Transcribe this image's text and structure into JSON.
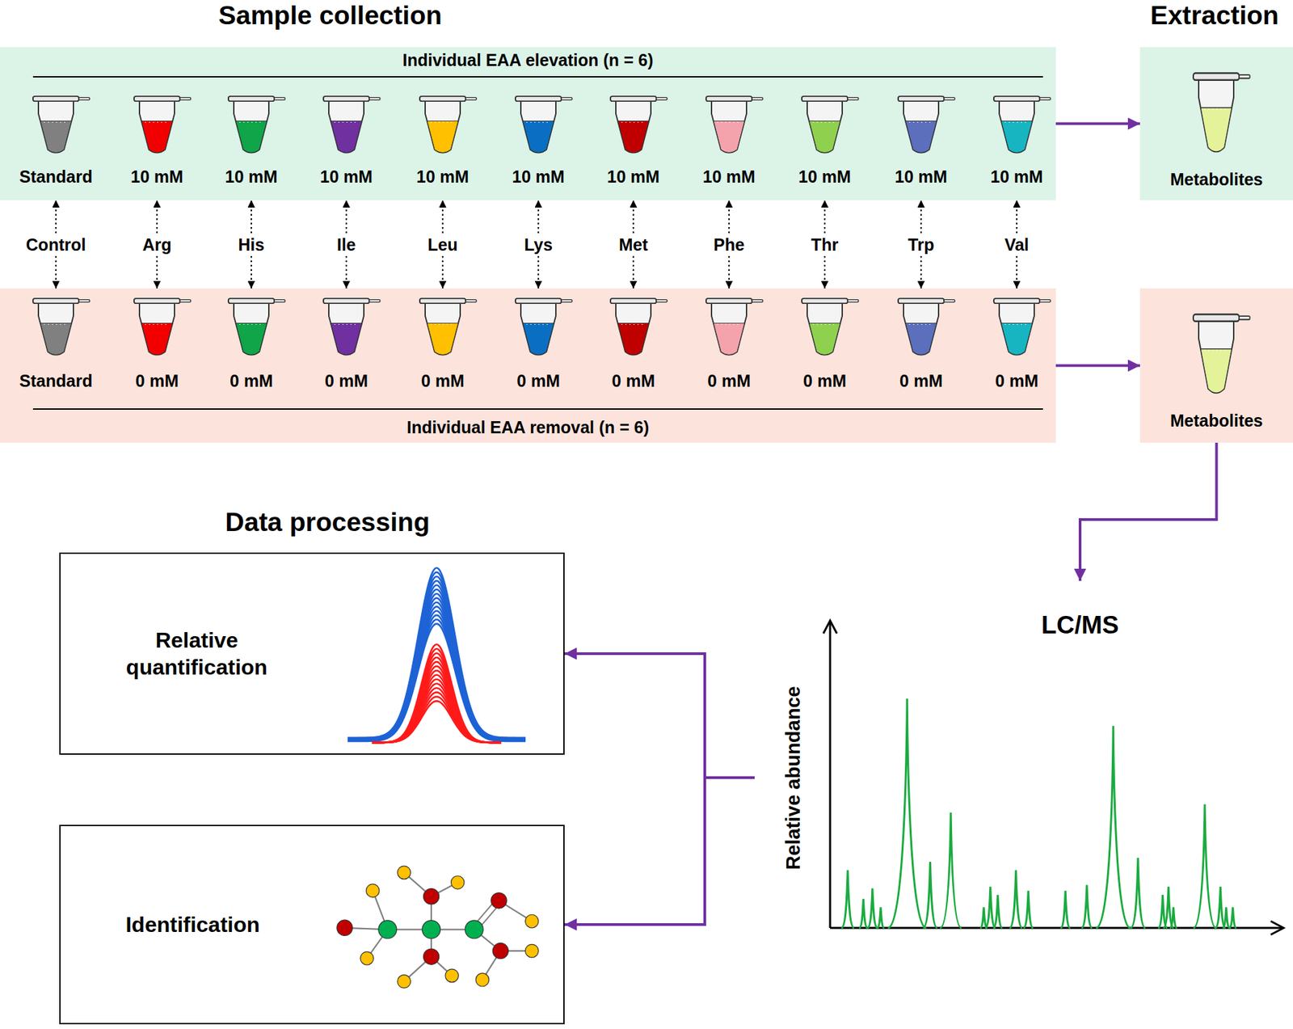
{
  "diagram": {
    "nodes": [
      {
        "text": [
          "Individual EAA elevation (n = 6)"
        ]
      },
      {
        "text": [
          "Standard"
        ],
        "in": 0
      },
      {
        "text": [
          "10 mM"
        ],
        "in": 0
      },
      {
        "text": [
          "10 mM"
        ],
        "in": 0
      },
      {
        "text": [
          "10 mM"
        ],
        "in": 0
      },
      {
        "text": [
          "10 mM"
        ],
        "in": 0
      },
      {
        "text": [
          "10 mM"
        ],
        "in": 0
      },
      {
        "text": [
          "10 mM"
        ],
        "in": 0
      },
      {
        "text": [
          "10 mM"
        ],
        "in": 0
      },
      {
        "text": [
          "10 mM"
        ],
        "in": 0
      },
      {
        "text": [
          "10 mM"
        ],
        "in": 0
      },
      {
        "text": [
          "10 mM"
        ],
        "in": 0
      },
      {
        "text": [
          "Control"
        ]
      },
      {
        "text": [
          "Arg"
        ]
      },
      {
        "text": [
          "His"
        ]
      },
      {
        "text": [
          "Ile"
        ]
      },
      {
        "text": [
          "Leu"
        ]
      },
      {
        "text": [
          "Lys"
        ]
      },
      {
        "text": [
          "Met"
        ]
      },
      {
        "text": [
          "Phe"
        ]
      },
      {
        "text": [
          "Thr"
        ]
      },
      {
        "text": [
          "Trp"
        ]
      },
      {
        "text": [
          "Val"
        ]
      },
      {
        "text": [
          "Individual EAA removal (n = 6)"
        ]
      },
      {
        "text": [
          "Standard"
        ],
        "in": 23
      },
      {
        "text": [
          "0 mM"
        ],
        "in": 23
      },
      {
        "text": [
          "0 mM"
        ],
        "in": 23
      },
      {
        "text": [
          "0 mM"
        ],
        "in": 23
      },
      {
        "text": [
          "0 mM"
        ],
        "in": 23
      },
      {
        "text": [
          "0 mM"
        ],
        "in": 23
      },
      {
        "text": [
          "0 mM"
        ],
        "in": 23
      },
      {
        "text": [
          "0 mM"
        ],
        "in": 23
      },
      {
        "text": [
          "0 mM"
        ],
        "in": 23
      },
      {
        "text": [
          "0 mM"
        ],
        "in": 23
      },
      {
        "text": [
          "0 mM"
        ],
        "in": 23
      },
      {
        "text": [
          "Metabolites"
        ]
      },
      {
        "text": [
          "Metabolites"
        ]
      },
      {
        "text": [
          "LC/MS"
        ]
      },
      {
        "text": [
          "Relative quantification"
        ]
      },
      {
        "text": [
          "Identification"
        ]
      }
    ],
    "edges": [
      {
        "from": 12,
        "to": 1,
        "arrow": "to"
      },
      {
        "from": 12,
        "to": 24,
        "arrow": "to"
      },
      {
        "from": 13,
        "to": 2,
        "arrow": "to"
      },
      {
        "from": 13,
        "to": 25,
        "arrow": "to"
      },
      {
        "from": 14,
        "to": 3,
        "arrow": "to"
      },
      {
        "from": 14,
        "to": 26,
        "arrow": "to"
      },
      {
        "from": 15,
        "to": 4,
        "arrow": "to"
      },
      {
        "from": 15,
        "to": 27,
        "arrow": "to"
      },
      {
        "from": 16,
        "to": 5,
        "arrow": "to"
      },
      {
        "from": 16,
        "to": 28,
        "arrow": "to"
      },
      {
        "from": 17,
        "to": 6,
        "arrow": "to"
      },
      {
        "from": 17,
        "to": 29,
        "arrow": "to"
      },
      {
        "from": 18,
        "to": 7,
        "arrow": "to"
      },
      {
        "from": 18,
        "to": 30,
        "arrow": "to"
      },
      {
        "from": 19,
        "to": 8,
        "arrow": "to"
      },
      {
        "from": 19,
        "to": 31,
        "arrow": "to"
      },
      {
        "from": 20,
        "to": 9,
        "arrow": "to"
      },
      {
        "from": 20,
        "to": 32,
        "arrow": "to"
      },
      {
        "from": 21,
        "to": 10,
        "arrow": "to"
      },
      {
        "from": 21,
        "to": 33,
        "arrow": "to"
      },
      {
        "from": 22,
        "to": 11,
        "arrow": "to"
      },
      {
        "from": 22,
        "to": 34,
        "arrow": "to"
      },
      {
        "from": 0,
        "to": 35,
        "arrow": "to"
      },
      {
        "from": 23,
        "to": 36,
        "arrow": "to"
      },
      {
        "from": 36,
        "to": 37,
        "arrow": "to"
      },
      {
        "from": 37,
        "to": 38,
        "arrow": "to"
      },
      {
        "from": 37,
        "to": 39,
        "arrow": "to"
      }
    ],
    "labels": [
      "Sample collection",
      "Extraction",
      "Data processing",
      "Relative abundance"
    ]
  }
}
